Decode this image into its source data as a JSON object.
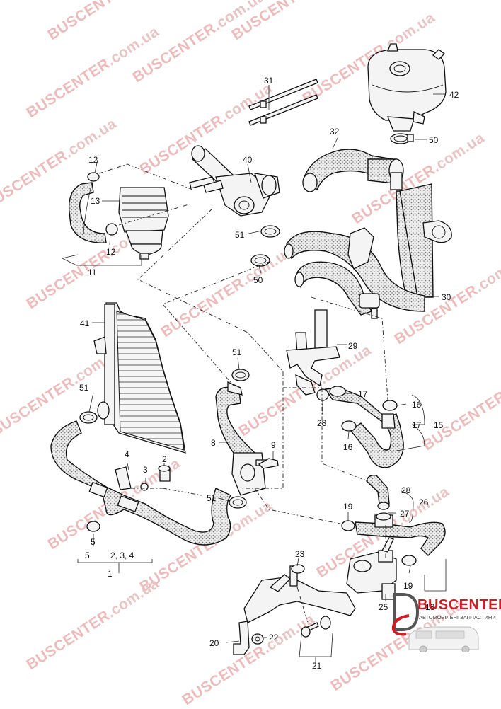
{
  "diagram": {
    "callouts": [
      {
        "id": "c1",
        "text": "1"
      },
      {
        "id": "c2",
        "text": "2"
      },
      {
        "id": "c3",
        "text": "3"
      },
      {
        "id": "c4",
        "text": "4"
      },
      {
        "id": "c5",
        "text": "5"
      },
      {
        "id": "c2-3-4",
        "text": "2, 3, 4"
      },
      {
        "id": "c5b",
        "text": "5"
      },
      {
        "id": "c8",
        "text": "8"
      },
      {
        "id": "c9",
        "text": "9"
      },
      {
        "id": "c11",
        "text": "11"
      },
      {
        "id": "c12a",
        "text": "12"
      },
      {
        "id": "c12b",
        "text": "12"
      },
      {
        "id": "c13",
        "text": "13"
      },
      {
        "id": "c15",
        "text": "15"
      },
      {
        "id": "c16a",
        "text": "16"
      },
      {
        "id": "c16b",
        "text": "16"
      },
      {
        "id": "c17a",
        "text": "17"
      },
      {
        "id": "c17b",
        "text": "17"
      },
      {
        "id": "c18",
        "text": "18"
      },
      {
        "id": "c19a",
        "text": "19"
      },
      {
        "id": "c19b",
        "text": "19"
      },
      {
        "id": "c20",
        "text": "20"
      },
      {
        "id": "c21",
        "text": "21"
      },
      {
        "id": "c22",
        "text": "22"
      },
      {
        "id": "c23",
        "text": "23"
      },
      {
        "id": "c25",
        "text": "25"
      },
      {
        "id": "c26",
        "text": "26"
      },
      {
        "id": "c27",
        "text": "27"
      },
      {
        "id": "c28a",
        "text": "28"
      },
      {
        "id": "c28b",
        "text": "28"
      },
      {
        "id": "c29",
        "text": "29"
      },
      {
        "id": "c30",
        "text": "30"
      },
      {
        "id": "c31",
        "text": "31"
      },
      {
        "id": "c32",
        "text": "32"
      },
      {
        "id": "c40",
        "text": "40"
      },
      {
        "id": "c41",
        "text": "41"
      },
      {
        "id": "c42",
        "text": "42"
      },
      {
        "id": "c50a",
        "text": "50"
      },
      {
        "id": "c50b",
        "text": "50"
      },
      {
        "id": "c51a",
        "text": "51"
      },
      {
        "id": "c51b",
        "text": "51"
      },
      {
        "id": "c51c",
        "text": "51"
      },
      {
        "id": "c51d",
        "text": "51"
      }
    ]
  },
  "watermark": {
    "brand": "BUSCENTER",
    "domain": ".com.ua"
  },
  "logo": {
    "title": "BUSCENTER",
    "subtitle": "АВТОМОБІЛЬНІ ЗАПЧАСТИНИ"
  },
  "colors": {
    "line": "#111111",
    "hose_fill": "#e9e9e9",
    "watermark": "#e8c4c4",
    "brand_red": "#d01c24"
  }
}
